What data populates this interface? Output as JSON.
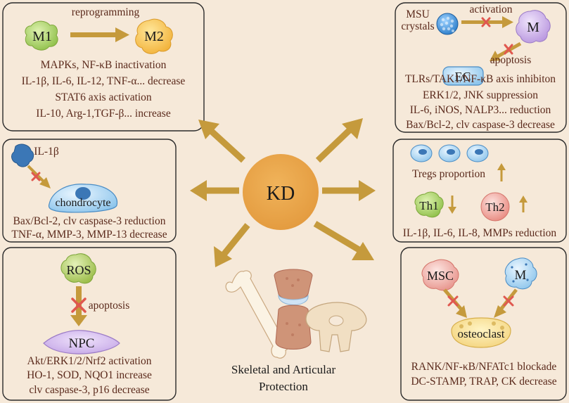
{
  "center": {
    "label": "KD"
  },
  "panel_top_left": {
    "cell_a": "M1",
    "cell_b": "M2",
    "arrow_label": "reprogramming",
    "lines": [
      "MAPKs, NF-κB inactivation",
      "IL-1β, IL-6, IL-12, TNF-α... decrease",
      "STAT6 axis activation",
      "IL-10, Arg-1,TGF-β... increase"
    ]
  },
  "panel_top_right": {
    "source_line1": "MSU",
    "source_line2": "crystals",
    "arrow_label": "activation",
    "cell_m": "M",
    "cell_ec": "EC",
    "apoptosis_label": "apoptosis",
    "lines": [
      "TLRs/TAK1/NF-κB axis inhibiton",
      "ERK1/2, JNK suppression",
      "IL-6, iNOS, NALP3... reduction",
      "Bax/Bcl-2, clv caspase-3 decrease"
    ]
  },
  "panel_mid_left": {
    "cytokine": "IL-1β",
    "cell": "chondrocyte",
    "lines": [
      "Bax/Bcl-2, clv caspase-3 reduction",
      "TNF-α, MMP-3, MMP-13 decrease"
    ]
  },
  "panel_mid_right": {
    "tregs_label": "Tregs proportion",
    "th1": "Th1",
    "th2": "Th2",
    "lines": [
      "IL-1β, IL-6, IL-8, MMPs reduction"
    ]
  },
  "panel_bottom_left": {
    "ros": "ROS",
    "apoptosis_label": "apoptosis",
    "cell": "NPC",
    "lines": [
      "Akt/ERK1/2/Nrf2 activation",
      "HO-1, SOD, NQO1 increase",
      "clv caspase-3, p16 decrease"
    ]
  },
  "panel_bottom_right": {
    "msc": "MSC",
    "m": "M",
    "osteoclast": "osteoclast",
    "lines": [
      "RANK/NF-κB/NFATc1 blockade",
      "DC-STAMP, TRAP, CK decrease"
    ]
  },
  "bottom_center": {
    "line1": "Skeletal and Articular",
    "line2": "Protection"
  },
  "colors": {
    "background": "#f6e9d9",
    "arrow": "#c59a3c",
    "text": "#5b2a1c",
    "inhibit": "#e0584f",
    "kd_circle": "#e8a54a"
  }
}
